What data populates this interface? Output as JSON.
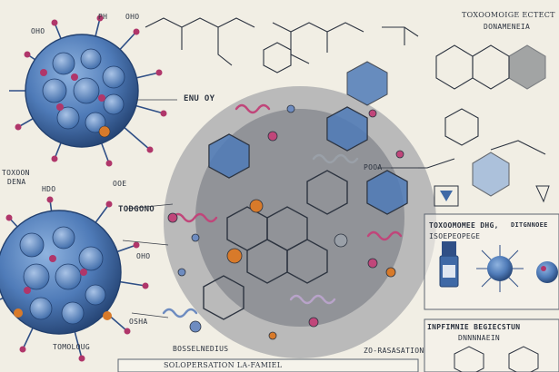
{
  "labels": {
    "ph": "PH",
    "ohd": "OHO",
    "oh_top": "OHO",
    "enu": "ENU OY",
    "hd": "HDO",
    "toxoon": "TOXOON",
    "dena": "DENA",
    "ooe": "OOE",
    "todgono": "TODGONO",
    "oh_mid": "OHO",
    "tomoloug": "TOMOLOUG",
    "osha": "OSHA",
    "top_right_title": "TOXOOMOIGE ECTECT",
    "top_right_sub": "DONAMENEIA",
    "pooa": "POOA",
    "panel_title": "TOXOOMOMEE DHG,",
    "panel_sub": "ISOEPEOPEGE",
    "panel_right": "DITGNNOEE",
    "bottom_right": "INPFIMNIE BEGIECSTUN",
    "bottom_right_sub": "DNNNNAEIN",
    "bottom_center": "SOLOPERSATION  LA-FAMIEL",
    "bottom_sub": "ZO-RASASATION",
    "bottom_left_mid": "BOSSELNEDIUS"
  },
  "colors": {
    "background": "#f1eee4",
    "virus_body": "#4f7bb8",
    "virus_dark": "#2f4f86",
    "spike_tip": "#b0366a",
    "accent_orange": "#d87a2a",
    "ink": "#2d3440"
  }
}
